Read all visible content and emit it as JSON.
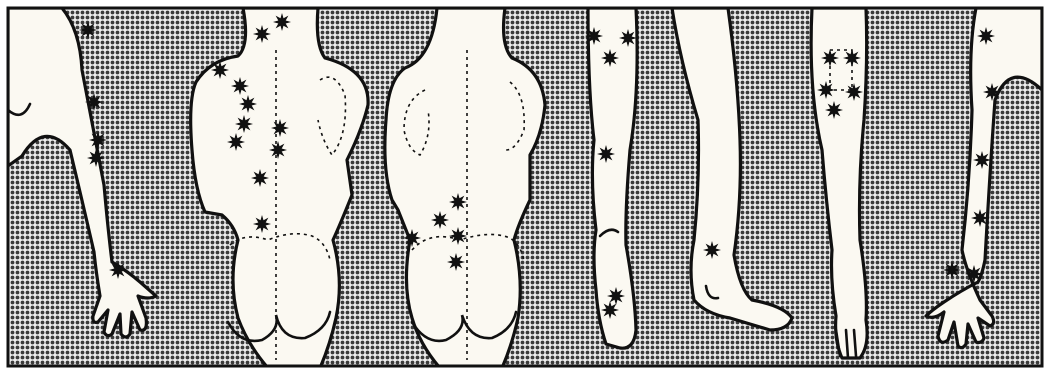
{
  "illustration": {
    "background_pattern": "halftone-dot-grey",
    "figure_fill": "#fbf9f2",
    "ink": "#111111",
    "background": "#9a9a9a",
    "marker_icon": "starburst-icon",
    "panels": [
      {
        "name": "left-arm-figure",
        "marker_count": 5
      },
      {
        "name": "back-view-figure-1",
        "marker_count": 11
      },
      {
        "name": "back-view-figure-2",
        "marker_count": 5
      },
      {
        "name": "leg-side-view-figure",
        "marker_count": 6
      },
      {
        "name": "foot-leg-figure",
        "marker_count": 1
      },
      {
        "name": "leg-front-view-figure",
        "marker_count": 5
      },
      {
        "name": "right-arm-figure",
        "marker_count": 6
      }
    ]
  }
}
